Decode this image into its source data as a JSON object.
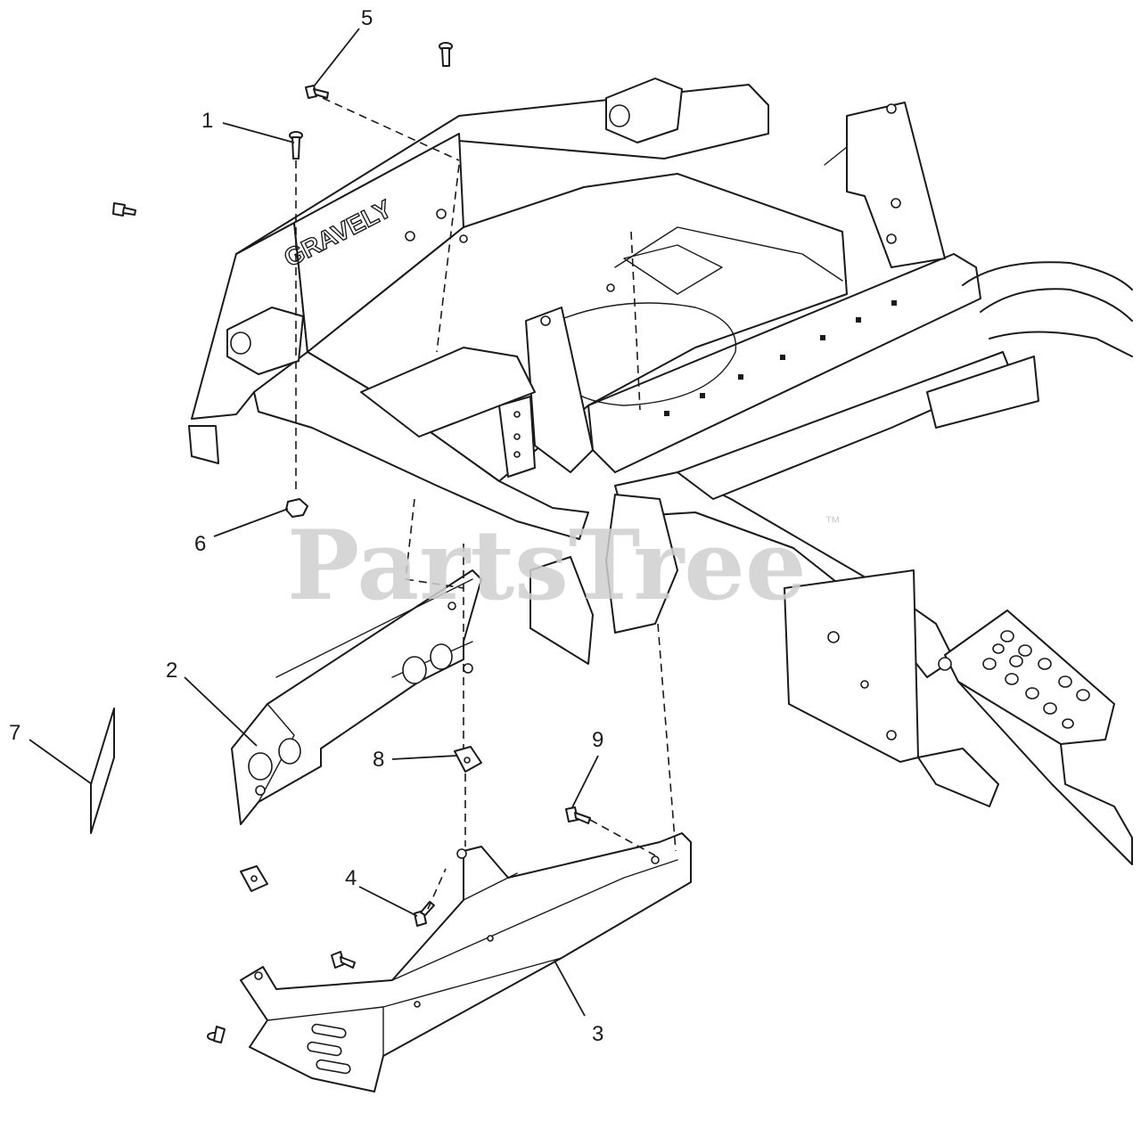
{
  "diagram": {
    "callouts": [
      "1",
      "2",
      "3",
      "4",
      "5",
      "6",
      "7",
      "8",
      "9"
    ],
    "brand_marking": "GRAVELY",
    "watermark": {
      "text": "PartsTree",
      "trademark": "™"
    }
  }
}
